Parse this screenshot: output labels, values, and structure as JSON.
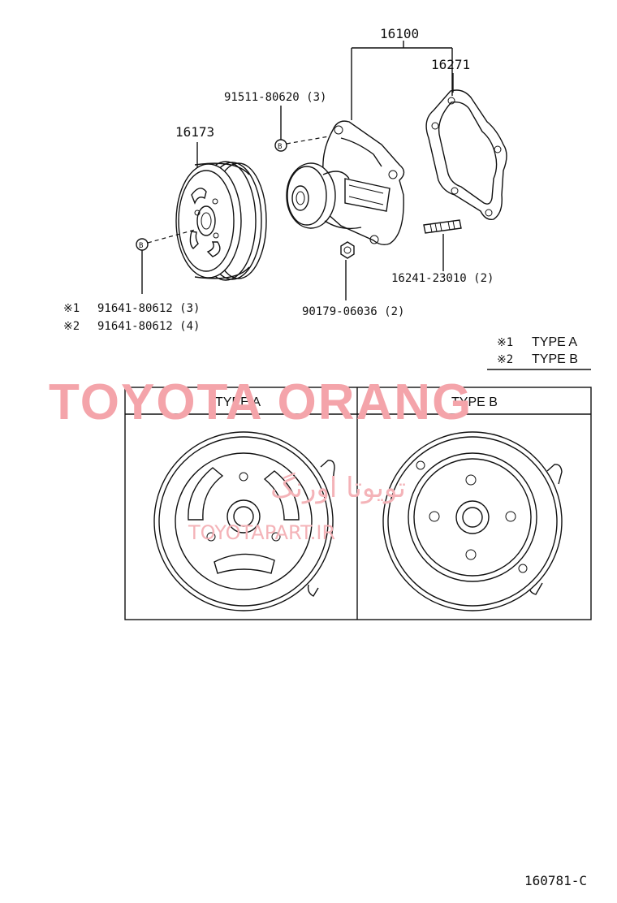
{
  "parts": {
    "assembly": "16100",
    "gasket": "16271",
    "pulley": "16173",
    "bolt_b": "91511-80620 (3)",
    "stud": "16241-23010 (2)",
    "nut": "90179-06036 (2)",
    "bolt_type_a_mark": "※1",
    "bolt_type_a": "91641-80612 (3)",
    "bolt_type_b_mark": "※2",
    "bolt_type_b": "91641-80612 (4)",
    "ref_b": "B"
  },
  "legend": {
    "mark1": "※1",
    "type1": "TYPE A",
    "mark2": "※2",
    "type2": "TYPE B"
  },
  "table": {
    "col_a": "TYPE A",
    "col_b": "TYPE B"
  },
  "watermark": {
    "main": "TOYOTA ORANG",
    "arabic": "تویوتا اورنگ",
    "site": "TOYOTAPART.IR"
  },
  "diagram_code": "160781-C"
}
